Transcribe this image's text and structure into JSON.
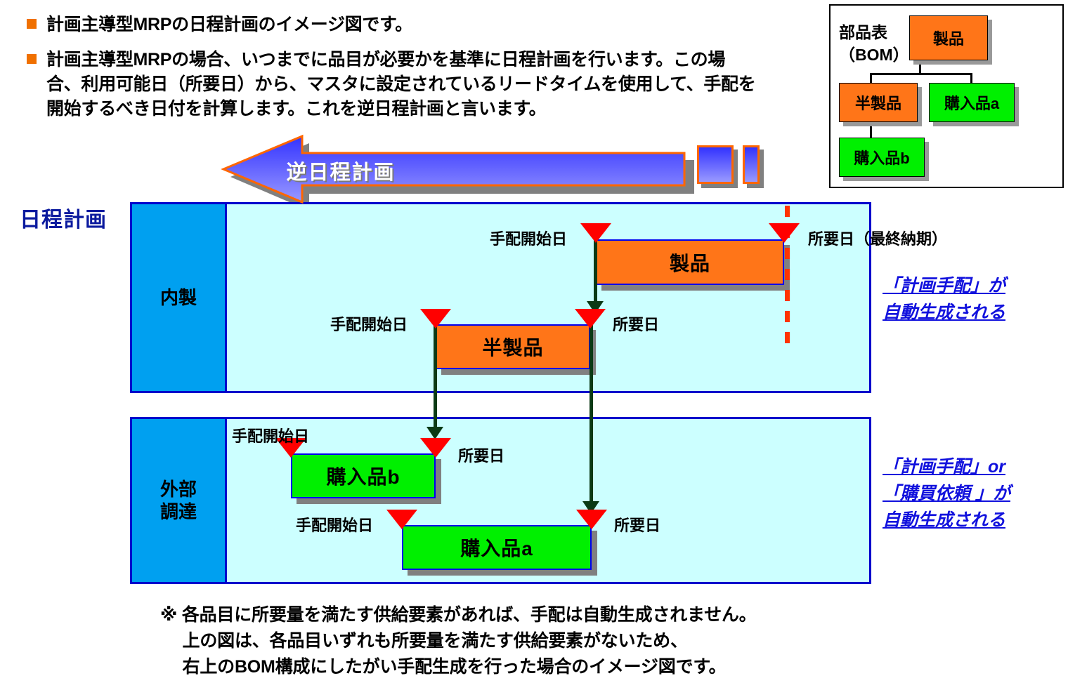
{
  "intro": {
    "bullets": [
      "計画主導型MRPの日程計画のイメージ図です。",
      "計画主導型MRPの場合、いつまでに品目が必要かを基準に日程計画を行います。この場\n合、利用可能日（所要日）から、マスタに設定されているリードタイムを使用して、手配を\n開始するべき日付を計算します。これを逆日程計画と言います。"
    ]
  },
  "banner": {
    "label": "逆日程計画",
    "fill_start": "#3333FF",
    "fill_end": "#9999FF",
    "outline": "#FF6600"
  },
  "left_heading": "日程計画",
  "panels": [
    {
      "side_label": "内製",
      "bars": [
        {
          "label": "製品",
          "color": "orange"
        },
        {
          "label": "半製品",
          "color": "orange"
        }
      ],
      "markers": [
        {
          "label": "手配開始日"
        },
        {
          "label": "所要日（最終納期）"
        },
        {
          "label": "手配開始日"
        },
        {
          "label": "所要日"
        }
      ],
      "annotation": "「計画手配」が\n自動生成される"
    },
    {
      "side_label": "外部\n調達",
      "bars": [
        {
          "label": "購入品b",
          "color": "green"
        },
        {
          "label": "購入品a",
          "color": "green"
        }
      ],
      "markers": [
        {
          "label": "手配開始日"
        },
        {
          "label": "所要日"
        },
        {
          "label": "手配開始日"
        },
        {
          "label": "所要日"
        }
      ],
      "annotation": "「計画手配」or\n「購買依頼 」が\n自動生成される"
    }
  ],
  "bom": {
    "title": "部品表\n（BOM）",
    "nodes": [
      {
        "label": "製品",
        "color": "orange"
      },
      {
        "label": "半製品",
        "color": "orange"
      },
      {
        "label": "購入品a",
        "color": "green"
      },
      {
        "label": "購入品b",
        "color": "green"
      }
    ]
  },
  "footnote": "※ 各品目に所要量を満たす供給要素があれば、手配は自動生成されません。\n　 上の図は、各品目いずれも所要量を満たす供給要素がないため、\n　 右上のBOM構成にしたがい手配生成を行った場合のイメージ図です。",
  "colors": {
    "panel_fill": "#CCFFFF",
    "panel_border": "#0000CC",
    "side_fill": "#00A0F0",
    "bar_orange": "#FF7518",
    "bar_green": "#00F000",
    "marker_red": "#FF0000",
    "connector_green": "#0B3A15",
    "dash_red": "#FF3300",
    "annotation_blue": "#1111DD",
    "heading_blue": "#0B1A9E",
    "bullet_orange": "#F07000"
  }
}
